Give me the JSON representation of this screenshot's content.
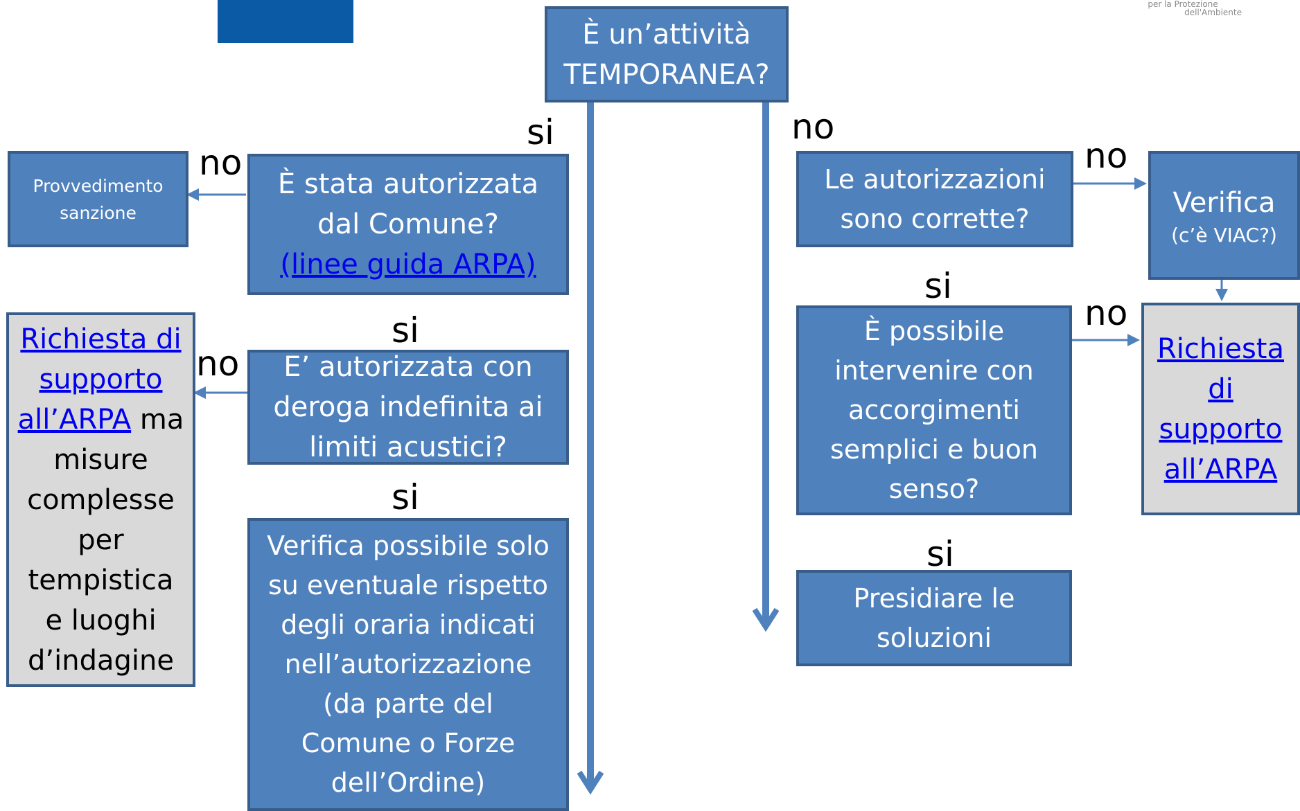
{
  "logo": {
    "line1": "per la Protezione",
    "line2": "dell'Ambiente"
  },
  "nodes": {
    "start": {
      "line1": "È un’attività",
      "line2": "TEMPORANEA?"
    },
    "authorized_by_comune": {
      "line1": "È stata autorizzata",
      "line2": "dal Comune?",
      "link": "(linee guida ARPA)"
    },
    "sanction": {
      "line1": "Provvedimento",
      "line2": "sanzione"
    },
    "indefinite_derogation": {
      "line1": "E’ autorizzata con",
      "line2": "deroga indefinita ai",
      "line3": "limiti acustici?"
    },
    "arpa_support_left": {
      "link1": "Richiesta di",
      "link2": "supporto",
      "link3": "all’ARPA",
      "tail": " ma",
      "line4": "misure",
      "line5": "complesse",
      "line6": "per",
      "line7": "tempistica",
      "line8": "e luoghi",
      "line9": "d’indagine"
    },
    "check_hours": {
      "line1": "Verifica possibile solo",
      "line2": "su eventuale rispetto",
      "line3": "degli oraria indicati",
      "line4": "nell’autorizzazione",
      "line5": "(da parte del",
      "line6": "Comune o Forze",
      "line7": "dell’Ordine)"
    },
    "authorizations_correct": {
      "line1": "Le autorizzazioni",
      "line2": "sono corrette?"
    },
    "verify_viac": {
      "line1": "Verifica",
      "line2": "(c’è VIAC?)"
    },
    "simple_measures": {
      "line1": "È possibile",
      "line2": "intervenire con",
      "line3": "accorgimenti",
      "line4": "semplici e buon",
      "line5": "senso?"
    },
    "arpa_support_right": {
      "line1": "Richiesta",
      "line2": "di",
      "line3": "supporto",
      "line4": "all’ARPA"
    },
    "oversee": {
      "line1": "Presidiare le",
      "line2": "soluzioni"
    }
  },
  "labels": {
    "si_left_top": "si",
    "no_right_top": "no",
    "no_sanction": "no",
    "si_after_authorized": "si",
    "no_arpa_left": "no",
    "si_after_derogation": "si",
    "no_to_verify": "no",
    "si_after_correct": "si",
    "no_to_arpa_right": "no",
    "si_after_simple": "si"
  },
  "colors": {
    "box_fill": "#4f81bd",
    "box_border": "#385d8a",
    "grey_fill": "#d9d9d9",
    "link": "#0000ee"
  }
}
